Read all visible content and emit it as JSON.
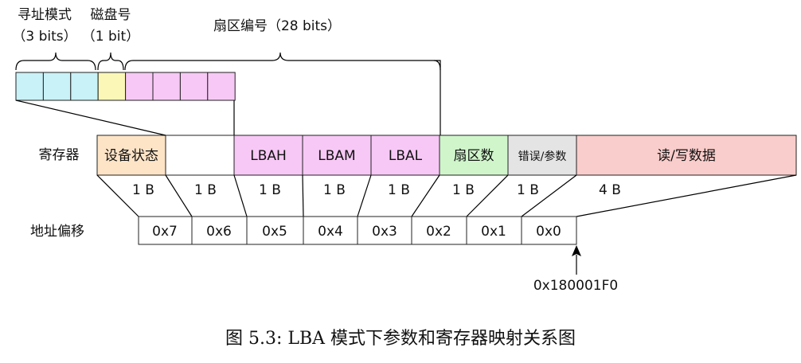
{
  "top": {
    "addr_mode": {
      "title": "寻址模式",
      "bits": "（3 bits）"
    },
    "disk_no": {
      "title": "磁盘号",
      "bits": "（1 bit）"
    },
    "sector_no": {
      "label": "扇区编号（28 bits）"
    }
  },
  "bit_cells": {
    "groups": [
      {
        "count": 3,
        "color": "#c8f2f7"
      },
      {
        "count": 1,
        "color": "#fbf7b6"
      },
      {
        "count": 4,
        "color": "#f7c8f5"
      }
    ]
  },
  "row_labels": {
    "registers": "寄存器",
    "offset": "地址偏移"
  },
  "registers": [
    {
      "label": "设备状态",
      "color": "#fde4c7",
      "size": "1 B",
      "offset": "0x7"
    },
    {
      "label": "",
      "color": "#ffffff",
      "size": "1 B",
      "offset": "0x6"
    },
    {
      "label": "LBAH",
      "color": "#f7c8f5",
      "size": "1 B",
      "offset": "0x5"
    },
    {
      "label": "LBAM",
      "color": "#f7c8f5",
      "size": "1 B",
      "offset": "0x4"
    },
    {
      "label": "LBAL",
      "color": "#f7c8f5",
      "size": "1 B",
      "offset": "0x3"
    },
    {
      "label": "扇区数",
      "color": "#d0f5cb",
      "size": "1 B",
      "offset": "0x2"
    },
    {
      "label": "错误/参数",
      "color": "#e4e4e4",
      "size": "1 B",
      "offset": "0x1"
    },
    {
      "label": "读/写数据",
      "color": "#f9cdcb",
      "size": "4 B",
      "offset": "0x0"
    }
  ],
  "base_address": "0x180001F0",
  "caption": "图 5.3: LBA 模式下参数和寄存器映射关系图"
}
